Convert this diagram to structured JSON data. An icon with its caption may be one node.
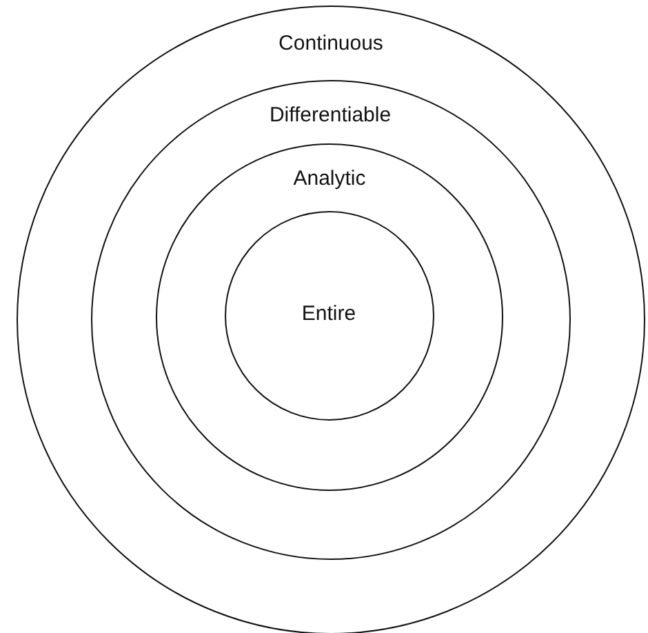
{
  "diagram": {
    "nodes": [
      {
        "text": [
          "Continuous"
        ]
      },
      {
        "text": [
          "Differentiable"
        ],
        "in": 0
      },
      {
        "text": [
          "Analytic"
        ],
        "in": 1
      },
      {
        "text": [
          "Entire"
        ],
        "in": 2
      }
    ]
  }
}
